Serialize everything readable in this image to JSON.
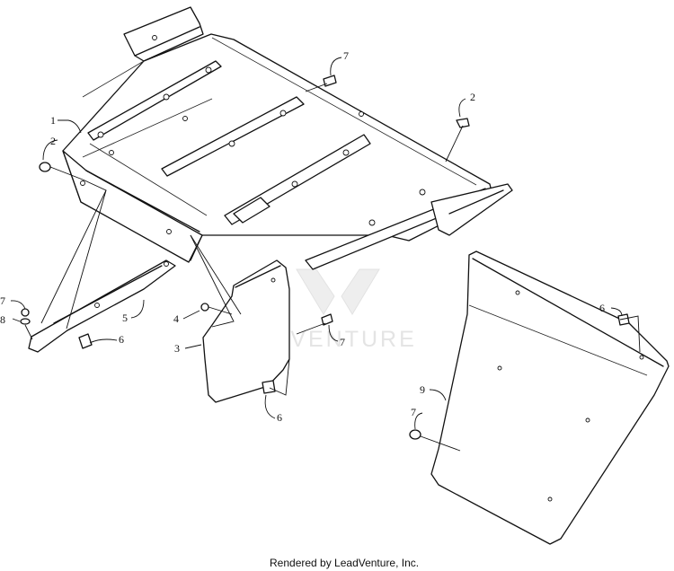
{
  "watermark": {
    "text": "LEADVENTURE"
  },
  "credit": {
    "text": "Rendered by LeadVenture, Inc."
  },
  "callouts": [
    {
      "id": "c-1",
      "label": "1"
    },
    {
      "id": "c-2a",
      "label": "2"
    },
    {
      "id": "c-2b",
      "label": "2"
    },
    {
      "id": "c-3",
      "label": "3"
    },
    {
      "id": "c-4",
      "label": "4"
    },
    {
      "id": "c-5",
      "label": "5"
    },
    {
      "id": "c-6a",
      "label": "6"
    },
    {
      "id": "c-6b",
      "label": "6"
    },
    {
      "id": "c-6c",
      "label": "6"
    },
    {
      "id": "c-7a",
      "label": "7"
    },
    {
      "id": "c-7b",
      "label": "7"
    },
    {
      "id": "c-7c",
      "label": "7"
    },
    {
      "id": "c-7d",
      "label": "7"
    },
    {
      "id": "c-8",
      "label": "8"
    },
    {
      "id": "c-9",
      "label": "9"
    }
  ]
}
